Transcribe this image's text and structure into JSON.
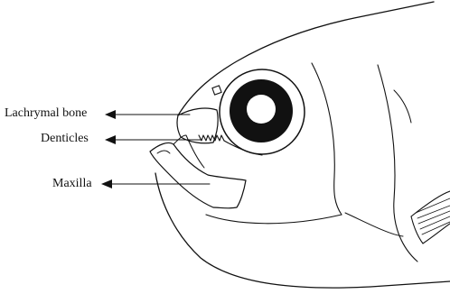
{
  "labels": {
    "lachrymal": "Lachrymal bone",
    "denticles": "Denticles",
    "maxilla": "Maxilla"
  },
  "colors": {
    "line": "#111111",
    "eye": "#111111",
    "background": "#ffffff"
  }
}
